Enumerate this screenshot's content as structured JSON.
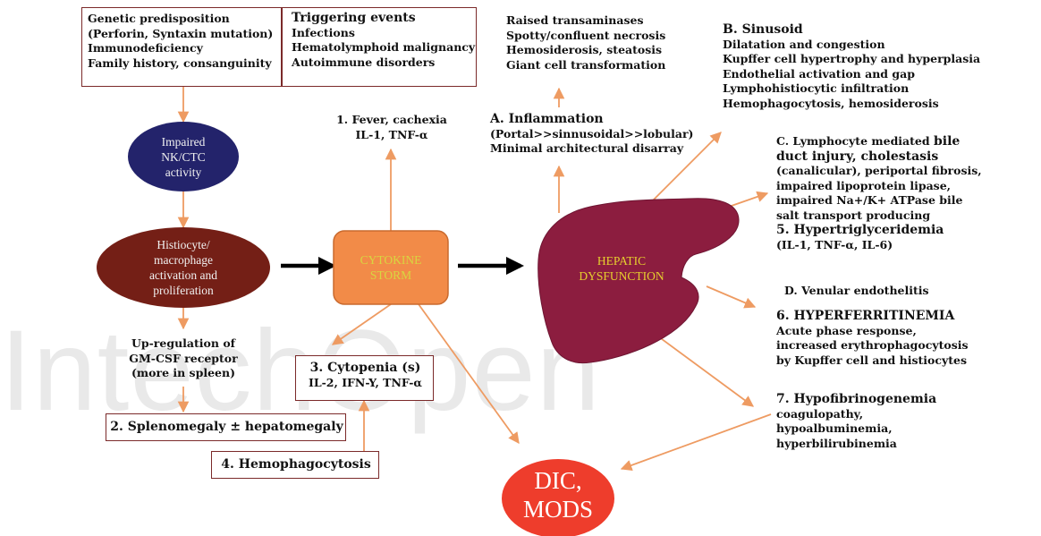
{
  "genetic_box": [
    "Genetic predisposition",
    "(Perforin, Syntaxin mutation)",
    "Immunodeficiency",
    "Family history, consanguinity"
  ],
  "trigger_box": {
    "title": "Triggering events",
    "items": [
      "Infections",
      "Hematolymphoid malignancy",
      "Autoimmune disorders"
    ]
  },
  "nk_node": [
    "Impaired",
    "NK/CTC",
    "activity"
  ],
  "histiocyte_node": [
    "Histiocyte/",
    "macrophage",
    "activation and",
    "proliferation"
  ],
  "upregulation": [
    "Up-regulation of",
    "GM-CSF receptor",
    "(more in spleen)"
  ],
  "splenomegaly": "2. Splenomegaly ± hepatomegaly",
  "hemophagocytosis": "4. Hemophagocytosis",
  "cytokine_storm": [
    "CYTOKINE",
    "STORM"
  ],
  "fever": [
    "1. Fever, cachexia",
    "IL-1, TNF-α"
  ],
  "cytopenia": {
    "title": "3. Cytopenia (s)",
    "detail": "IL-2, IFN-Y, TNF-α"
  },
  "hepatic": [
    "HEPATIC",
    "DYSFUNCTION"
  ],
  "dic": [
    "DIC,",
    "MODS"
  ],
  "liver_findings": [
    "Raised transaminases",
    "Spotty/confluent necrosis",
    "Hemosiderosis, steatosis",
    "Giant cell transformation"
  ],
  "inflammation": {
    "title": "A. Inflammation",
    "lines": [
      "(Portal>>sinnusoidal>>lobular)",
      "Minimal architectural disarray"
    ]
  },
  "sinusoid": {
    "title": "B. Sinusoid",
    "lines": [
      "Dilatation and congestion",
      "Kupffer cell hypertrophy and hyperplasia",
      "Endothelial activation and gap",
      "Lymphohistiocytic infiltration",
      "Hemophagocytosis, hemosiderosis"
    ]
  },
  "lymphocyte": {
    "lead": "C. Lymphocyte mediated",
    "em1": "bile",
    "em2": "duct injury, cholestasis",
    "lines": [
      "(canalicular), periportal fibrosis,",
      "impaired  lipoprotein lipase,",
      "impaired Na+/K+ ATPase bile",
      "salt transport producing"
    ],
    "sub_title": "5. Hypertriglyceridemia",
    "sub_detail": "(IL-1, TNF-α, IL-6)"
  },
  "venular": "D. Venular endothelitis",
  "hyperferritinemia": {
    "title": "6. HYPERFERRITINEMIA",
    "lines": [
      "Acute phase response,",
      "increased erythrophagocytosis",
      "by Kupffer cell and histiocytes"
    ]
  },
  "hypofibrinogenemia": {
    "title": "7. Hypofibrinogenemia",
    "lines": [
      "coagulopathy,",
      "hypoalbuminemia,",
      "hyperbilirubinemia"
    ]
  },
  "watermark": "IntechOpen",
  "colors": {
    "orange_arrow": "#ee9b62",
    "box_border": "#7b2a2a",
    "nk_fill": "#23236b",
    "histiocyte_fill": "#741f16",
    "storm_fill": "#f28b48",
    "liver_fill": "#8c1d3f",
    "dic_fill": "#ee3d2c"
  }
}
